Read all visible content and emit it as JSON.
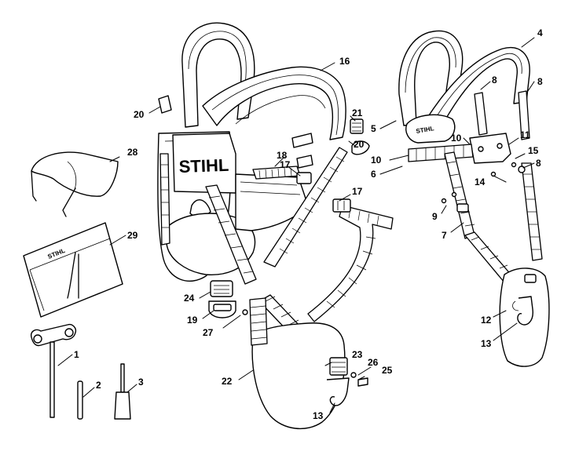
{
  "diagram": {
    "brand_marks": [
      "STIHL",
      "STIHL",
      "STIHL"
    ],
    "part_labels": [
      {
        "id": "label-1",
        "text": "1"
      },
      {
        "id": "label-2",
        "text": "2"
      },
      {
        "id": "label-3",
        "text": "3"
      },
      {
        "id": "label-4",
        "text": "4"
      },
      {
        "id": "label-5",
        "text": "5"
      },
      {
        "id": "label-6",
        "text": "6"
      },
      {
        "id": "label-7",
        "text": "7"
      },
      {
        "id": "label-8a",
        "text": "8"
      },
      {
        "id": "label-8b",
        "text": "8"
      },
      {
        "id": "label-8c",
        "text": "8"
      },
      {
        "id": "label-9",
        "text": "9"
      },
      {
        "id": "label-10a",
        "text": "10"
      },
      {
        "id": "label-10b",
        "text": "10"
      },
      {
        "id": "label-11",
        "text": "11"
      },
      {
        "id": "label-12",
        "text": "12"
      },
      {
        "id": "label-13a",
        "text": "13"
      },
      {
        "id": "label-13b",
        "text": "13"
      },
      {
        "id": "label-14",
        "text": "14"
      },
      {
        "id": "label-15",
        "text": "15"
      },
      {
        "id": "label-16",
        "text": "16"
      },
      {
        "id": "label-17a",
        "text": "17"
      },
      {
        "id": "label-17b",
        "text": "17"
      },
      {
        "id": "label-18",
        "text": "18"
      },
      {
        "id": "label-19",
        "text": "19"
      },
      {
        "id": "label-20a",
        "text": "20"
      },
      {
        "id": "label-20b",
        "text": "20"
      },
      {
        "id": "label-21",
        "text": "21"
      },
      {
        "id": "label-22",
        "text": "22"
      },
      {
        "id": "label-23",
        "text": "23"
      },
      {
        "id": "label-24",
        "text": "24"
      },
      {
        "id": "label-25",
        "text": "25"
      },
      {
        "id": "label-26",
        "text": "26"
      },
      {
        "id": "label-27",
        "text": "27"
      },
      {
        "id": "label-28",
        "text": "28"
      },
      {
        "id": "label-29",
        "text": "29"
      }
    ]
  }
}
